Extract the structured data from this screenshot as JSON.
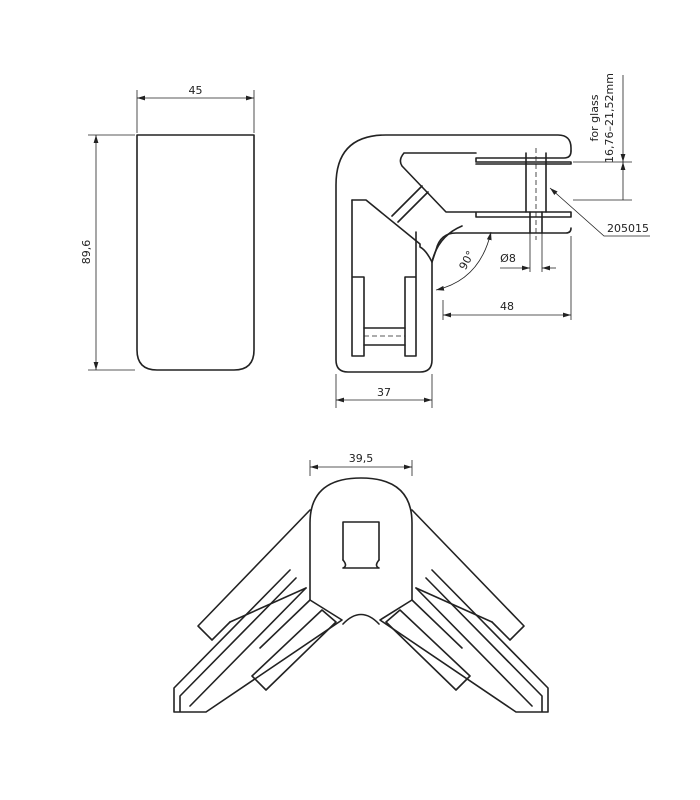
{
  "dimensions": {
    "width_front": "45",
    "height_front": "89,6",
    "width_side": "37",
    "arm_length": "48",
    "angle": "90°",
    "pin_diameter": "Ø8",
    "part_number": "205015",
    "width_top": "39,5"
  },
  "glass_note": {
    "line1": "for glass",
    "line2": "16,76–21,52mm"
  },
  "colors": {
    "line": "#222222",
    "background": "#ffffff"
  }
}
